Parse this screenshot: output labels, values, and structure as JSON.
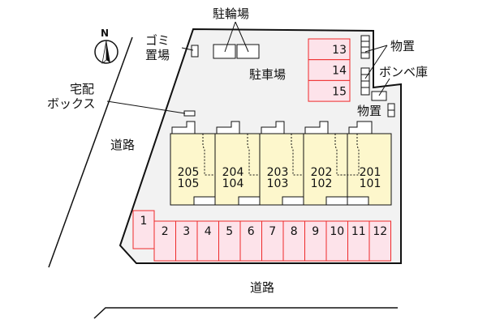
{
  "labels": {
    "bicycle_parking": "駐輪場",
    "garbage_1": "ゴミ",
    "garbage_2": "置場",
    "parking_lot": "駐車場",
    "storage_top": "物置",
    "gas_cylinder": "ボンベ庫",
    "storage_right": "物置",
    "delivery_box_1": "宅配",
    "delivery_box_2": "ボックス",
    "road_left": "道路",
    "road_bottom": "道路",
    "north": "N"
  },
  "units": [
    {
      "upper": "205",
      "lower": "105"
    },
    {
      "upper": "204",
      "lower": "104"
    },
    {
      "upper": "203",
      "lower": "103"
    },
    {
      "upper": "202",
      "lower": "102"
    },
    {
      "upper": "201",
      "lower": "101"
    }
  ],
  "parking_bottom": [
    "1",
    "2",
    "3",
    "4",
    "5",
    "6",
    "7",
    "8",
    "9",
    "10",
    "11",
    "12"
  ],
  "parking_right": [
    "13",
    "14",
    "15"
  ],
  "colors": {
    "lot": "#f2f2f2",
    "parking_fill": "#fde3ea",
    "parking_stroke": "#ee2a2a",
    "unit_fill": "#fdf7cc"
  }
}
